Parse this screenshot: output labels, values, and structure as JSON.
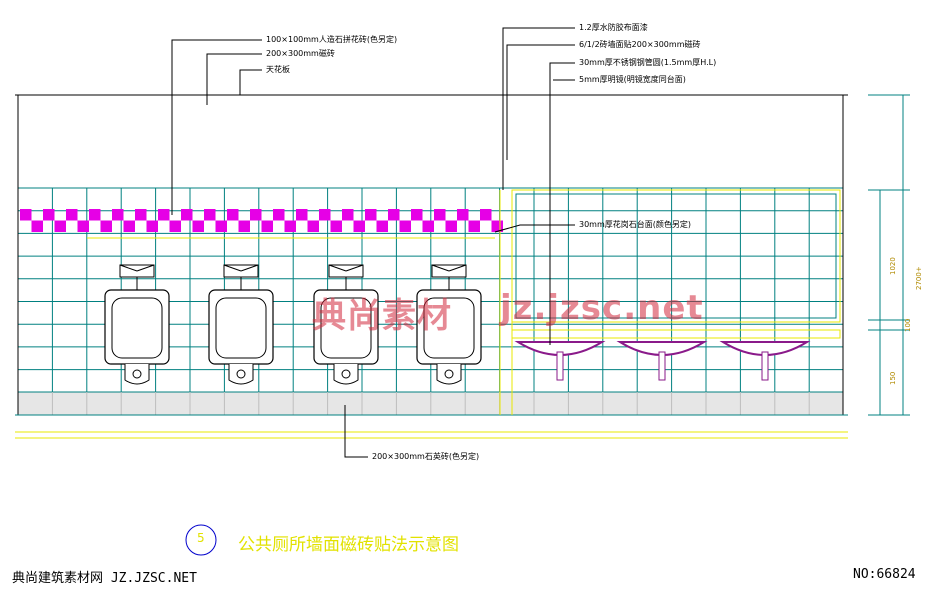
{
  "annotations": {
    "top_left": [
      "100×100mm人造石拼花砖(色另定)",
      "200×300mm磁砖",
      "天花板"
    ],
    "top_right": [
      "1.2厚水防胶布面漆",
      "6/1/2砖墙面贴200×300mm磁砖",
      "30mm厚不锈钢钢管圆(1.5mm厚H.L)",
      "5mm厚明镜(明镜宽度同台面)"
    ],
    "counter": "30mm厚花岗石台面(颜色另定)",
    "bottom": "200×300mm石英砖(色另定)"
  },
  "dimensions": [
    "1020",
    "100",
    "150",
    "2700+"
  ],
  "watermark": {
    "cn": "典尚素材",
    "url": "jz.jzsc.net"
  },
  "title": {
    "number": "5",
    "text": "公共厕所墙面磁砖贴法示意图"
  },
  "footer": {
    "left": "典尚建筑素材网 JZ.JZSC.NET",
    "right": "NO:66824"
  },
  "colors": {
    "tile_grid": "#008080",
    "accent_tile": "#e600e6",
    "basin": "#8a1a8a",
    "yellow": "#e8e800",
    "line": "#000000"
  }
}
